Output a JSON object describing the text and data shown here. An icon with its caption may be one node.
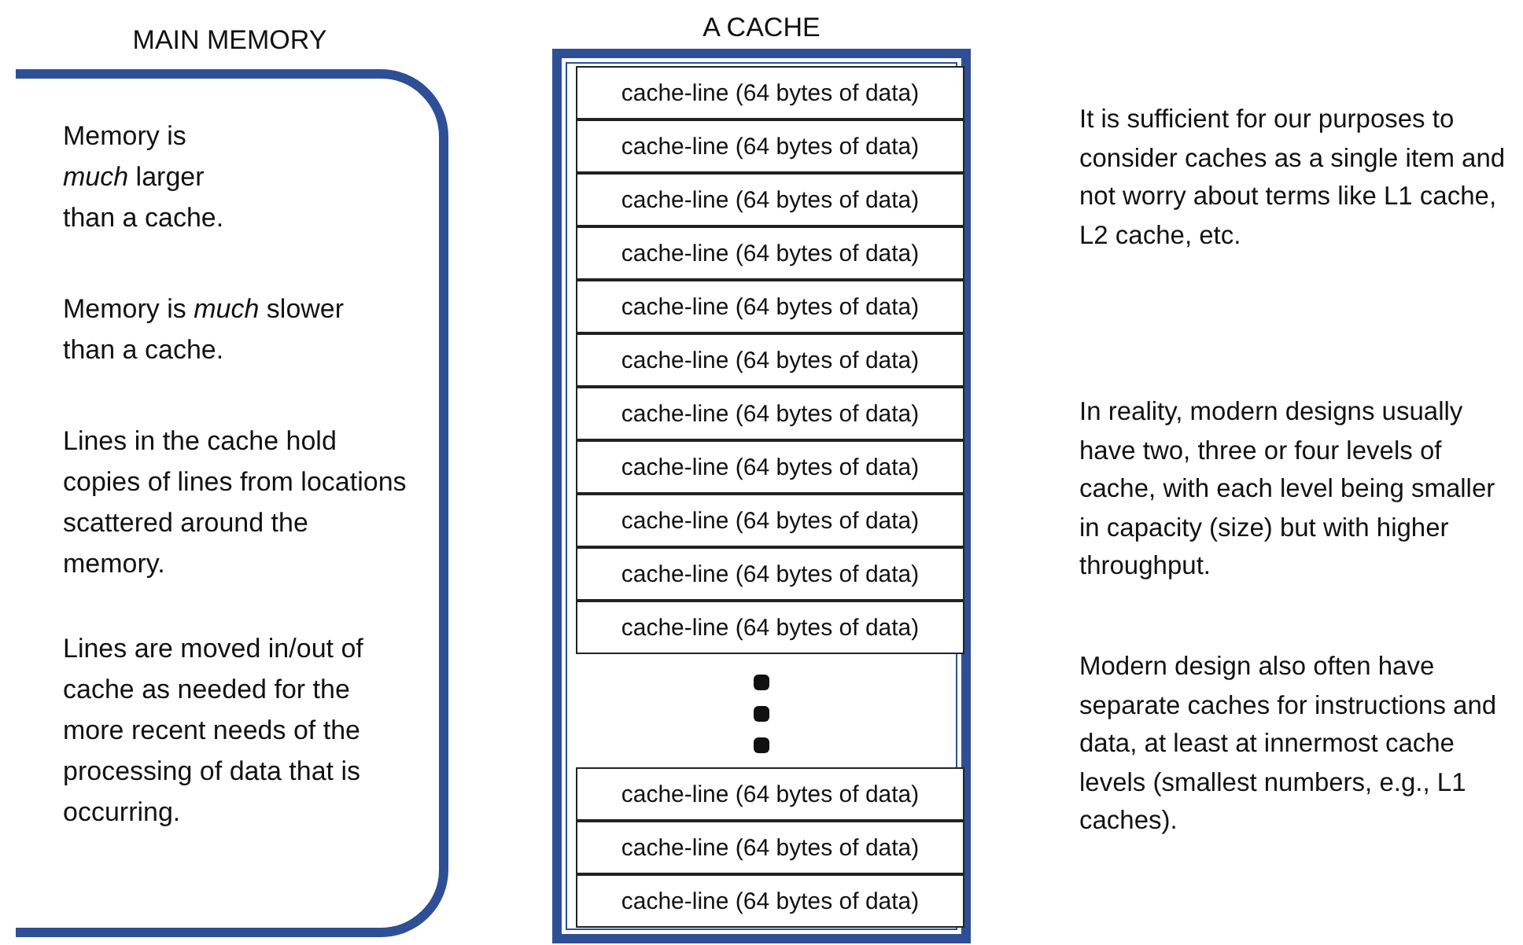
{
  "diagram": {
    "nodes": [
      {
        "text": [
          "MAIN MEMORY",
          "Memory is *much* larger than a cache.",
          "Memory is *much* slower than a cache.",
          "Lines in the cache hold copies of lines from locations scattered around the memory.",
          "Lines are moved in/out of cache as needed for the more recent needs of the processing of data that is occurring."
        ]
      },
      {
        "text": [
          "A CACHE"
        ]
      },
      {
        "text": [
          "cache-line (64 bytes of data)"
        ],
        "in": 1
      },
      {
        "text": [
          "cache-line (64 bytes of data)"
        ],
        "in": 1
      },
      {
        "text": [
          "cache-line (64 bytes of data)"
        ],
        "in": 1
      },
      {
        "text": [
          "cache-line (64 bytes of data)"
        ],
        "in": 1
      },
      {
        "text": [
          "cache-line (64 bytes of data)"
        ],
        "in": 1
      },
      {
        "text": [
          "cache-line (64 bytes of data)"
        ],
        "in": 1
      },
      {
        "text": [
          "cache-line (64 bytes of data)"
        ],
        "in": 1
      },
      {
        "text": [
          "cache-line (64 bytes of data)"
        ],
        "in": 1
      },
      {
        "text": [
          "cache-line (64 bytes of data)"
        ],
        "in": 1
      },
      {
        "text": [
          "cache-line (64 bytes of data)"
        ],
        "in": 1
      },
      {
        "text": [
          "cache-line (64 bytes of data)"
        ],
        "in": 1
      },
      {
        "text": [
          "cache-line (64 bytes of data)"
        ],
        "in": 1
      },
      {
        "text": [
          "cache-line (64 bytes of data)"
        ],
        "in": 1
      },
      {
        "text": [
          "cache-line (64 bytes of data)"
        ],
        "in": 1
      }
    ],
    "labels": [
      "It is sufficient for our purposes to consider caches as a single item and not worry about terms like L1 cache, L2 cache, etc.",
      "In reality, modern designs usually have two, three or four levels of cache, with each level being smaller in capacity (size) but with higher throughput.",
      "Modern design also often have separate caches for instructions and data, at least at innermost cache levels (smallest numbers, e.g., L1 caches)."
    ]
  }
}
